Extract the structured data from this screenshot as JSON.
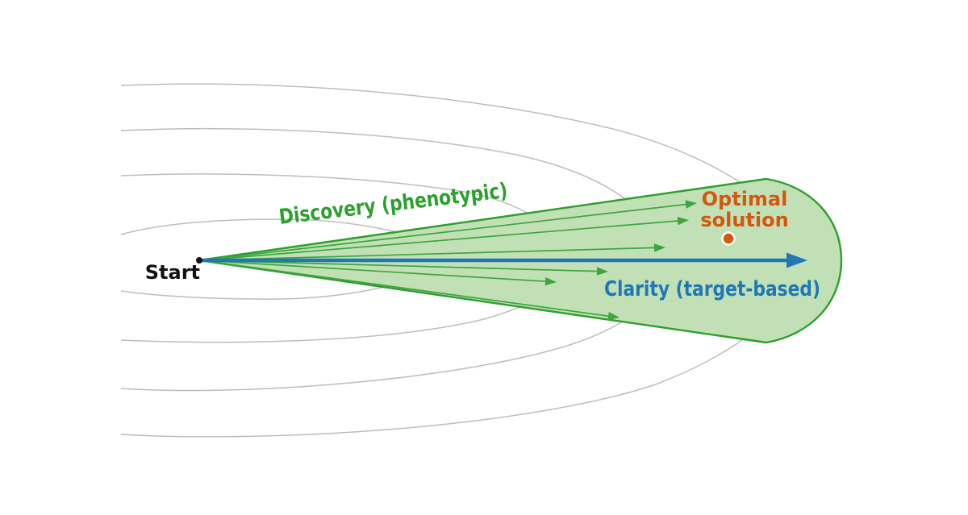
{
  "diagram": {
    "description": "Conceptual optimization-landscape diagram comparing phenotypic discovery (broad green fan of search paths) with target-based clarity (single straight blue arrow) from a start point toward an optimal solution, over gray contour lines.",
    "labels": {
      "start": "Start",
      "discovery": "Discovery (phenotypic)",
      "clarity": "Clarity (target-based)",
      "optimal_line1": "Optimal",
      "optimal_line2": "solution"
    },
    "markers": {
      "start_point": "black-dot",
      "optimal_point": "orange-dot-with-white-ring"
    },
    "arrows": {
      "green_fan_arrow_count": 6,
      "blue_arrow_count": 1
    },
    "contour_line_count": 4
  },
  "colors": {
    "green": "#2ca02c",
    "green_fill": "#c2e0b6",
    "green_arrow": "#3da53d",
    "blue": "#1f77b4",
    "orange": "#d2580d",
    "contour": "#bdbdbd",
    "ink": "#111111",
    "background": "#ffffff"
  }
}
